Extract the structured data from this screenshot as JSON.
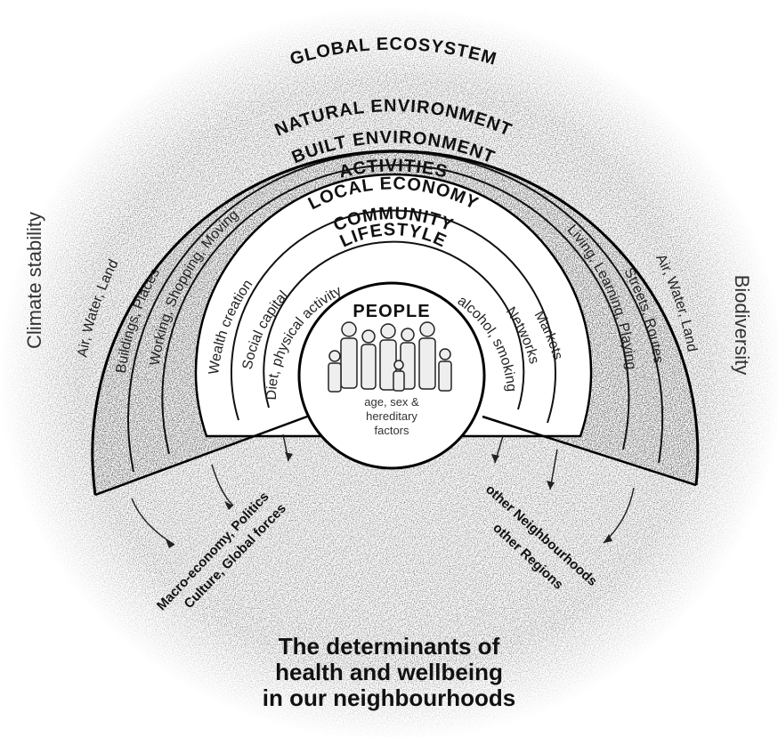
{
  "title": "GLOBAL ECOSYSTEM",
  "rings": {
    "natural_environment": "NATURAL ENVIRONMENT",
    "built_environment": "BUILT ENVIRONMENT",
    "activities": "ACTIVITIES",
    "local_economy": "LOCAL ECONOMY",
    "community": "COMMUNITY",
    "lifestyle": "LIFESTYLE",
    "people": "PEOPLE"
  },
  "people_note": [
    "age, sex &",
    "hereditary",
    "factors"
  ],
  "sectors": {
    "natural_left": "Air, Water, Land",
    "built_left": "Buildings, Places",
    "activities_left": "Working, Shopping, Moving",
    "economy_left": "Wealth creation",
    "community_left": "Social capital",
    "lifestyle_left": "Diet, physical activity",
    "natural_right": "Air, Water, Land",
    "built_right": "Streets, Routes",
    "activities_right": "Living, Learning, Playing",
    "economy_right": "Markets",
    "community_right": "Networks",
    "lifestyle_right": "alcohol, smoking"
  },
  "side_labels": {
    "left": "Climate stability",
    "right": "Biodiversity"
  },
  "link_labels": {
    "left_line1": "Macro-economy, Politics",
    "left_line2": "Culture, Global forces",
    "right_line1": "other Neighbourhoods",
    "right_line2": "other Regions"
  },
  "caption": [
    "The determinants of",
    "health and wellbeing",
    "in our neighbourhoods"
  ]
}
